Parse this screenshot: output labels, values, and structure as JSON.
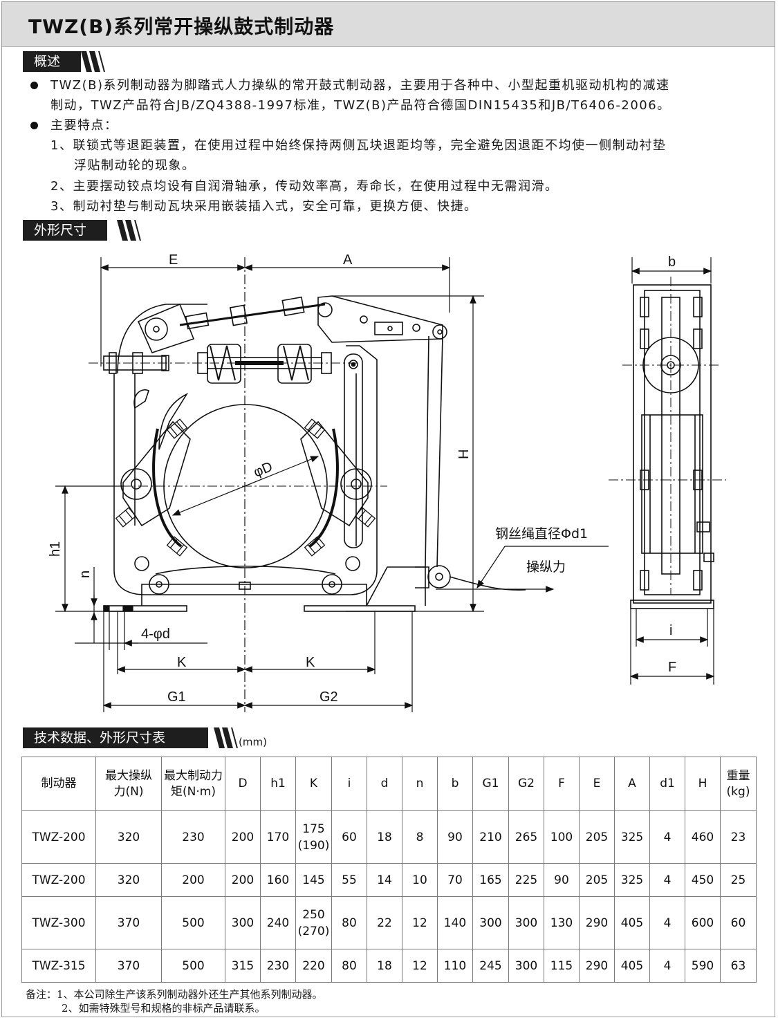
{
  "title": "TWZ(B)系列常开操纵鼓式制动器",
  "sections": {
    "overview": "概述",
    "dimensions": "外形尺寸",
    "table": "技术数据、外形尺寸表"
  },
  "overview": {
    "para1_line1": "TWZ(B)系列制动器为脚踏式人力操纵的常开鼓式制动器，主要用于各种中、小型起重机驱动机构的减速",
    "para1_line2": "制动，TWZ产品符合JB/ZQ4388-1997标准，TWZ(B)产品符合德国DIN15435和JB/T6406-2006。",
    "features_title": "主要特点：",
    "feature1_line1": "1、联锁式等退距装置，在使用过程中始终保持两侧瓦块退距均等，完全避免因退距不均使一侧制动衬垫",
    "feature1_line2": "浮贴制动轮的现象。",
    "feature2": "2、主要摆动铰点均设有自润滑轴承，传动效率高，寿命长，在使用过程中无需润滑。",
    "feature3": "3、制动衬垫与制动瓦块采用嵌装插入式，安全可靠，更换方便、快捷。"
  },
  "drawing": {
    "labels": {
      "E": "E",
      "A": "A",
      "H": "H",
      "phiD": "φD",
      "h1": "h1",
      "n": "n",
      "holes": "4-φd",
      "K_left": "K",
      "K_right": "K",
      "G1": "G1",
      "G2": "G2",
      "b": "b",
      "i": "i",
      "F": "F"
    },
    "rope_note": "钢丝绳直径Φd1",
    "force_note": "操纵力"
  },
  "table": {
    "unit": "(mm)",
    "headers": [
      [
        "制动器"
      ],
      [
        "最大操纵",
        "力(N)"
      ],
      [
        "最大制动力",
        "矩(N·m)"
      ],
      [
        "D"
      ],
      [
        "h1"
      ],
      [
        "K"
      ],
      [
        "i"
      ],
      [
        "d"
      ],
      [
        "n"
      ],
      [
        "b"
      ],
      [
        "G1"
      ],
      [
        "G2"
      ],
      [
        "F"
      ],
      [
        "E"
      ],
      [
        "A"
      ],
      [
        "d1"
      ],
      [
        "H"
      ],
      [
        "重量",
        "(kg)"
      ]
    ],
    "rows": [
      [
        [
          "TWZ-200"
        ],
        [
          "320"
        ],
        [
          "230"
        ],
        [
          "200"
        ],
        [
          "170"
        ],
        [
          "175",
          "(190)"
        ],
        [
          "60"
        ],
        [
          "18"
        ],
        [
          "8"
        ],
        [
          "90"
        ],
        [
          "210"
        ],
        [
          "265"
        ],
        [
          "100"
        ],
        [
          "205"
        ],
        [
          "325"
        ],
        [
          "4"
        ],
        [
          "460"
        ],
        [
          "23"
        ]
      ],
      [
        [
          "TWZ-200"
        ],
        [
          "320"
        ],
        [
          "200"
        ],
        [
          "200"
        ],
        [
          "160"
        ],
        [
          "145"
        ],
        [
          "55"
        ],
        [
          "14"
        ],
        [
          "10"
        ],
        [
          "70"
        ],
        [
          "165"
        ],
        [
          "225"
        ],
        [
          "90"
        ],
        [
          "205"
        ],
        [
          "325"
        ],
        [
          "4"
        ],
        [
          "450"
        ],
        [
          "25"
        ]
      ],
      [
        [
          "TWZ-300"
        ],
        [
          "370"
        ],
        [
          "500"
        ],
        [
          "300"
        ],
        [
          "240"
        ],
        [
          "250",
          "(270)"
        ],
        [
          "80"
        ],
        [
          "22"
        ],
        [
          "12"
        ],
        [
          "140"
        ],
        [
          "300"
        ],
        [
          "300"
        ],
        [
          "130"
        ],
        [
          "290"
        ],
        [
          "405"
        ],
        [
          "4"
        ],
        [
          "600"
        ],
        [
          "60"
        ]
      ],
      [
        [
          "TWZ-315"
        ],
        [
          "370"
        ],
        [
          "500"
        ],
        [
          "315"
        ],
        [
          "230"
        ],
        [
          "220"
        ],
        [
          "80"
        ],
        [
          "18"
        ],
        [
          "12"
        ],
        [
          "110"
        ],
        [
          "245"
        ],
        [
          "300"
        ],
        [
          "115"
        ],
        [
          "290"
        ],
        [
          "405"
        ],
        [
          "4"
        ],
        [
          "590"
        ],
        [
          "63"
        ]
      ]
    ]
  },
  "notes": {
    "line1": "备注：1、本公司除生产该系列制动器外还生产其他系列制动器。",
    "line2": "2、如需特殊型号和规格的非标产品请联系。"
  }
}
